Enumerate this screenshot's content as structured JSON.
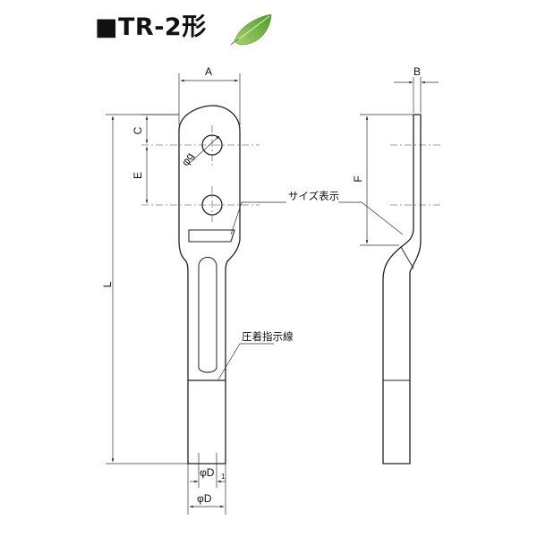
{
  "title": "■TR-2形",
  "logo": {
    "icon": "leaf-icon",
    "color": "#6db33f"
  },
  "dimensions": {
    "A": "A",
    "B": "B",
    "C": "C",
    "E": "E",
    "F": "F",
    "L": "L",
    "g": "φg",
    "D1": "φD",
    "D1_sub": "1",
    "D": "φD"
  },
  "notes": {
    "size_mark": "サイズ表示",
    "crimp_line": "圧着指示線"
  },
  "colors": {
    "line": "#222222",
    "dim_line": "#333333"
  }
}
